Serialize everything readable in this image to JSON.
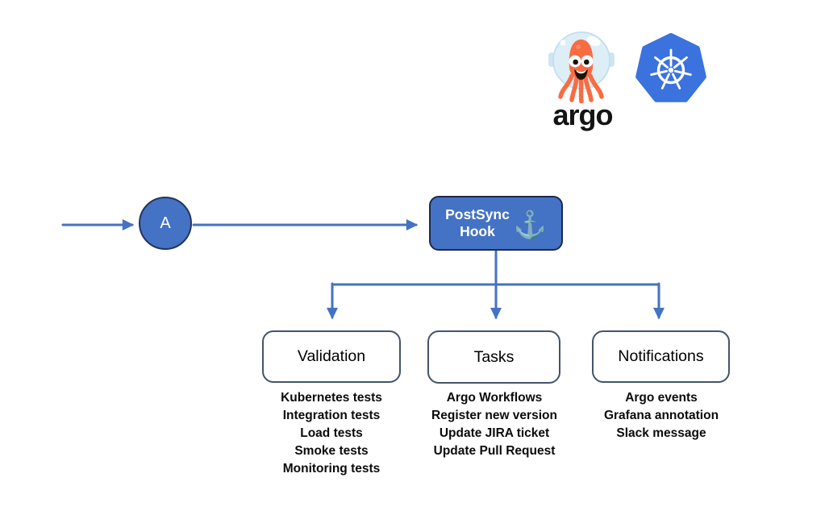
{
  "logos": {
    "argo_wordmark": "argo",
    "argo_icon": "argo-octopus-mascot",
    "kubernetes_icon": "kubernetes-helm-wheel"
  },
  "flow": {
    "start_node": {
      "label": "A"
    },
    "hook_node": {
      "label_line1": "PostSync",
      "label_line2": "Hook",
      "anchor_glyph": "⚓"
    }
  },
  "categories": [
    {
      "title": "Validation",
      "items": [
        "Kubernetes tests",
        "Integration tests",
        "Load tests",
        "Smoke tests",
        "Monitoring tests"
      ]
    },
    {
      "title": "Tasks",
      "items": [
        "Argo Workflows",
        "Register new version",
        "Update JIRA ticket",
        "Update Pull Request"
      ]
    },
    {
      "title": "Notifications",
      "items": [
        "Argo events",
        "Grafana annotation",
        "Slack message"
      ]
    }
  ],
  "colors": {
    "node_fill": "#4472C4",
    "node_border": "#1C2B4A",
    "connector": "#4472C4",
    "category_border": "#44546A",
    "anchor_icon": "#0A1A33",
    "argo_orange": "#F96C42",
    "kubernetes_blue": "#3B72DE",
    "node_text": "#FFFFFF",
    "body_text": "#000000"
  }
}
